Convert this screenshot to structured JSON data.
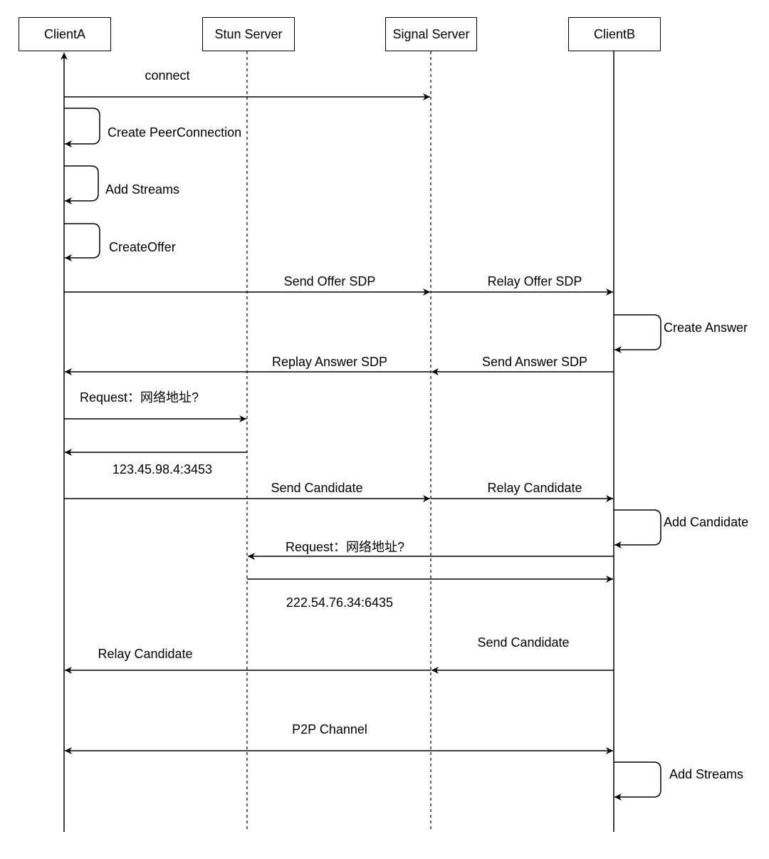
{
  "participants": {
    "client_a": "ClientA",
    "stun_server": "Stun Server",
    "signal_server": "Signal Server",
    "client_b": "ClientB"
  },
  "messages": {
    "connect": "connect",
    "create_peer_connection": "Create PeerConnection",
    "add_streams_a": "Add Streams",
    "create_offer": "CreateOffer",
    "send_offer_sdp": "Send Offer SDP",
    "relay_offer_sdp": "Relay Offer SDP",
    "create_answer": "Create Answer",
    "replay_answer_sdp": "Replay Answer SDP",
    "send_answer_sdp": "Send Answer SDP",
    "request_a": "Request：网络地址?",
    "address_a": "123.45.98.4:3453",
    "send_candidate_a": "Send Candidate",
    "relay_candidate_a": "Relay Candidate",
    "add_candidate": "Add Candidate",
    "request_b": "Request：网络地址?",
    "address_b": "222.54.76.34:6435",
    "send_candidate_b": "Send Candidate",
    "relay_candidate_b": "Relay Candidate",
    "p2p_channel": "P2P Channel",
    "add_streams_b": "Add Streams"
  }
}
